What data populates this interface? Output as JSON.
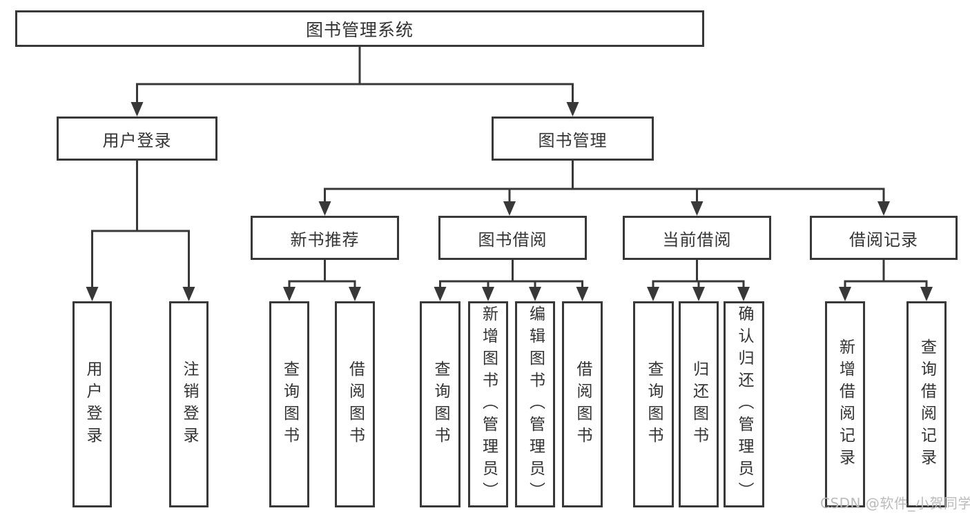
{
  "diagram": {
    "title": "图书管理系统",
    "level2": {
      "user_login": "用户登录",
      "book_mgmt": "图书管理"
    },
    "level3": {
      "new_books": "新书推荐",
      "borrowing": "图书借阅",
      "current": "当前借阅",
      "records": "借阅记录"
    },
    "leaves": {
      "user_login": [
        "用户登录",
        "注销登录"
      ],
      "new_books": [
        "查询图书",
        "借阅图书"
      ],
      "borrowing": [
        "查询图书",
        "新增图书（管理员）",
        "编辑图书（管理员）",
        "借阅图书"
      ],
      "current": [
        "查询图书",
        "归还图书",
        "确认归还（管理员）"
      ],
      "records": [
        "新增借阅记录",
        "查询借阅记录"
      ]
    },
    "watermark": "CSDN @软件_小贺同学",
    "colors": {
      "line": "#383838",
      "text": "#333333",
      "watermark": "#bbbbbb",
      "background": "#ffffff"
    }
  }
}
